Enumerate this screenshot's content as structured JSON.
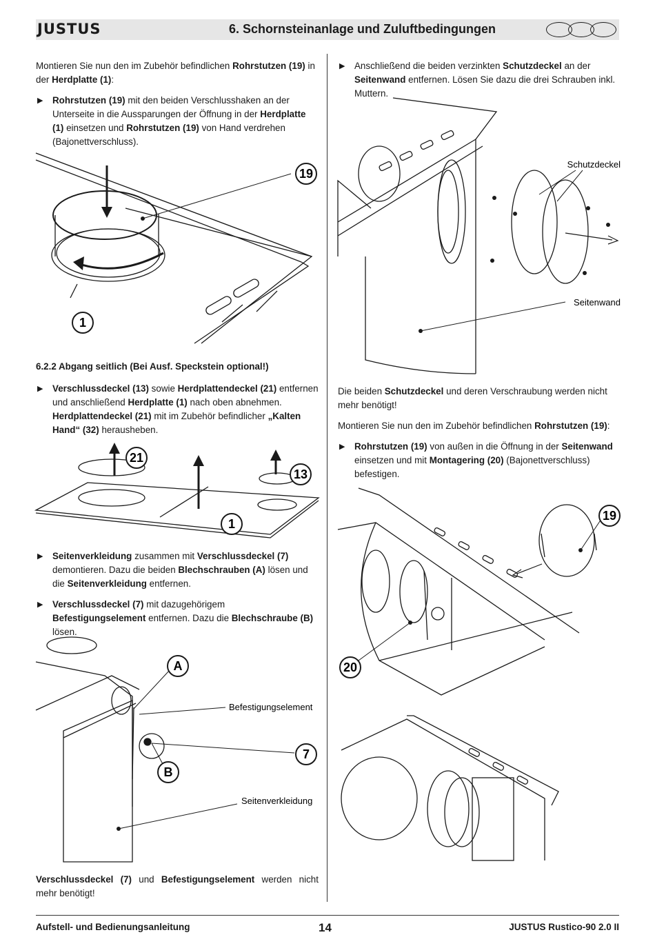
{
  "header": {
    "brand": "JUSTUS",
    "title": "6. Schornsteinanlage und Zuluftbedingungen"
  },
  "left": {
    "p1_a": "Montieren Sie nun den im Zubehör befindlichen ",
    "p1_b": "Rohrstutzen (19)",
    "p1_c": " in der ",
    "p1_d": "Herdplatte (1)",
    "p1_e": ":",
    "b1_a": "Rohrstutzen (19)",
    "b1_b": " mit den beiden Verschlusshaken an der Unterseite in die Aussparungen der Öffnung in der ",
    "b1_c": "Herdplatte (1)",
    "b1_d": " einsetzen und ",
    "b1_e": "Rohrstutzen (19)",
    "b1_f": " von Hand verdrehen (Bajonettverschluss).",
    "heading": "6.2.2 Abgang seitlich (Bei Ausf. Speckstein optional!)",
    "b2_a": "Verschlussdeckel (13)",
    "b2_b": " sowie ",
    "b2_c": "Herdplattendeckel (21)",
    "b2_d": " entfernen und anschließend ",
    "b2_e": "Herdplatte (1)",
    "b2_f": " nach oben abnehmen. ",
    "b2_g": "Herdplattendeckel (21)",
    "b2_h": " mit im Zubehör befindlicher ",
    "b2_i": "„Kalten Hand“ (32)",
    "b2_j": " herausheben.",
    "b3_a": "Seitenverkleidung",
    "b3_b": " zusammen mit ",
    "b3_c": "Verschlussdeckel (7)",
    "b3_d": " demontieren. Dazu die beiden ",
    "b3_e": "Blechschrauben (A)",
    "b3_f": " lösen und die ",
    "b3_g": "Seitenverkleidung",
    "b3_h": " entfernen.",
    "b4_a": "Verschlussdeckel (7)",
    "b4_b": " mit dazugehörigem ",
    "b4_c": "Befestigungselement",
    "b4_d": " entfernen. Dazu die ",
    "b4_e": "Blechschraube (B)",
    "b4_f": " lösen.",
    "p2_a": "Verschlussdeckel (7)",
    "p2_b": " und ",
    "p2_c": "Befestigungselement",
    "p2_d": " werden nicht mehr benötigt!"
  },
  "right": {
    "b1_a": "Anschließend die beiden verzinkten ",
    "b1_b": "Schutzdeckel",
    "b1_c": " an der ",
    "b1_d": "Seitenwand",
    "b1_e": " entfernen. Lösen Sie dazu die drei Schrauben inkl. Muttern.",
    "p1_a": "Die beiden ",
    "p1_b": "Schutzdeckel",
    "p1_c": " und deren Verschraubung werden nicht mehr benötigt!",
    "p2_a": "Montieren Sie nun den im Zubehör befindlichen ",
    "p2_b": "Rohrstutzen (19)",
    "p2_c": ":",
    "b2_a": "Rohrstutzen (19)",
    "b2_b": " von außen in die Öffnung in der ",
    "b2_c": "Seitenwand",
    "b2_d": " einsetzen und mit ",
    "b2_e": "Montagering (20)",
    "b2_f": " (Bajonettverschluss) befestigen."
  },
  "figures": {
    "fig1": {
      "callouts": [
        "19",
        "1"
      ]
    },
    "fig2": {
      "callouts": [
        "21",
        "13",
        "1"
      ]
    },
    "fig3": {
      "callouts": [
        "A",
        "B",
        "7"
      ],
      "labels": [
        "Befestigungselement",
        "Seitenverkleidung"
      ]
    },
    "fig4": {
      "labels": [
        "Schutzdeckel",
        "Seitenwand"
      ]
    },
    "fig5": {
      "callouts": [
        "19",
        "20"
      ]
    }
  },
  "footer": {
    "left": "Aufstell- und Bedienungsanleitung",
    "page": "14",
    "right": "JUSTUS Rustico-90 2.0 II"
  }
}
